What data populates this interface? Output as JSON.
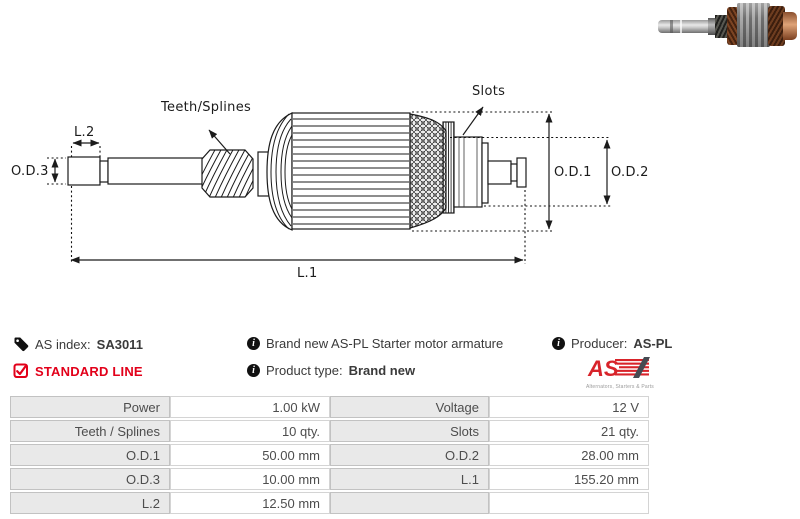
{
  "product": {
    "as_index_label": "AS index:",
    "as_index_value": "SA3011",
    "line_label": "STANDARD LINE",
    "description": "Brand new AS-PL Starter motor armature",
    "product_type_label": "Product type:",
    "product_type_value": "Brand new",
    "producer_label": "Producer:",
    "producer_value": "AS-PL",
    "logo_text": "AS",
    "logo_subtext": "Alternators, Starters & Parts"
  },
  "diagram": {
    "labels": {
      "teeth_splines": "Teeth/Splines",
      "slots": "Slots",
      "od1": "O.D.1",
      "od2": "O.D.2",
      "od3": "O.D.3",
      "l1": "L.1",
      "l2": "L.2"
    }
  },
  "spec_table": {
    "rows": [
      {
        "left_label": "Power",
        "left_value": "1.00 kW",
        "right_label": "Voltage",
        "right_value": "12 V"
      },
      {
        "left_label": "Teeth / Splines",
        "left_value": "10 qty.",
        "right_label": "Slots",
        "right_value": "21 qty."
      },
      {
        "left_label": "O.D.1",
        "left_value": "50.00 mm",
        "right_label": "O.D.2",
        "right_value": "28.00 mm"
      },
      {
        "left_label": "O.D.3",
        "left_value": "10.00 mm",
        "right_label": "L.1",
        "right_value": "155.20 mm"
      },
      {
        "left_label": "L.2",
        "left_value": "12.50 mm",
        "right_label": "",
        "right_value": ""
      }
    ]
  },
  "colors": {
    "accent_red": "#e2001a",
    "logo_red": "#d8232a",
    "table_label_bg": "#e9e9e9",
    "table_border": "#c2c2c2",
    "text": "#3a3a3a"
  }
}
